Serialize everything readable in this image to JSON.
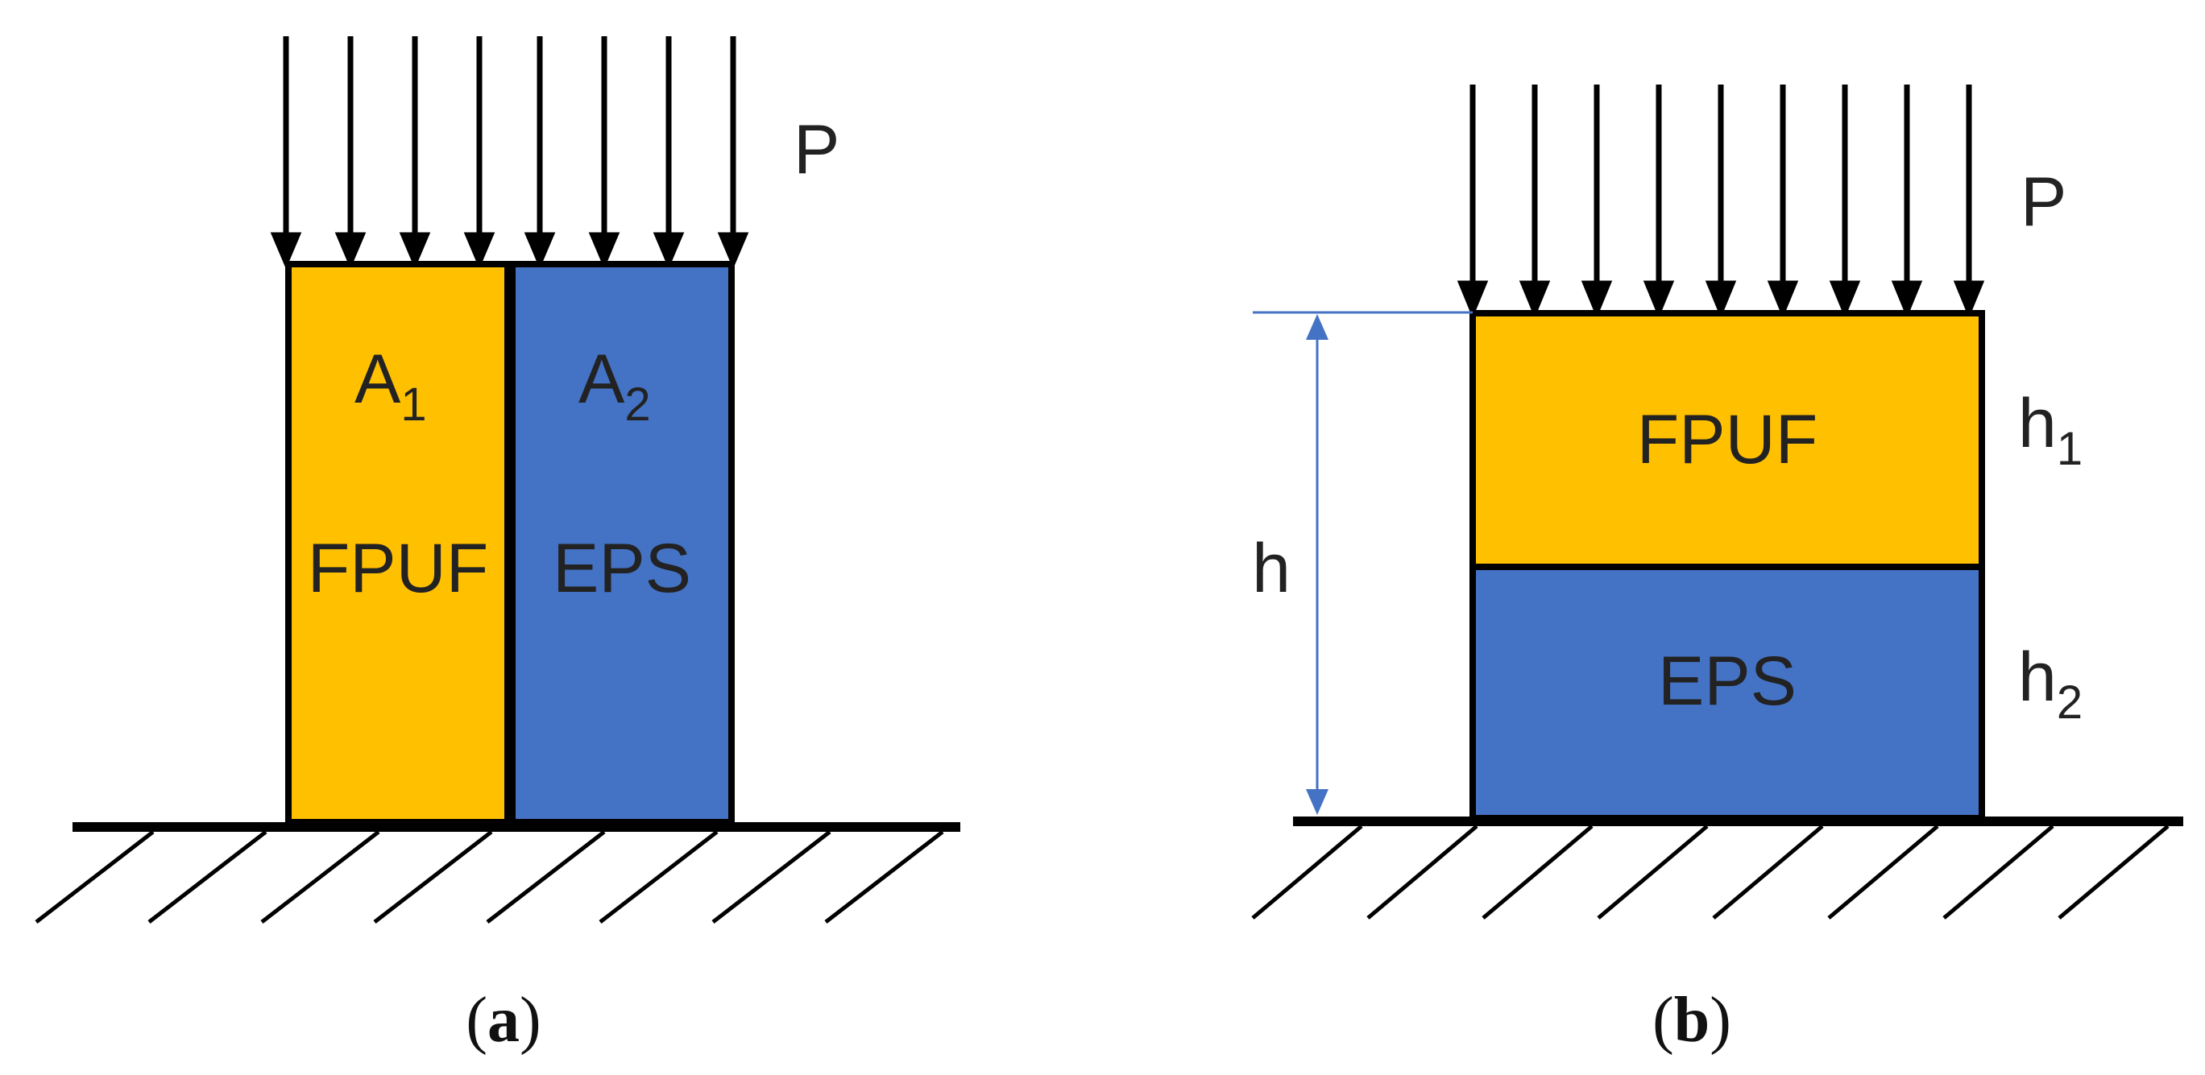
{
  "colors": {
    "fpuf_fill": "#FFC000",
    "eps_fill": "#4472C4",
    "outline": "#000000",
    "dimension_line": "#4472C4",
    "text": "#222222"
  },
  "panel_a": {
    "load_label": "P",
    "fpuf": {
      "area_symbol": "A",
      "area_subscript": "1",
      "name": "FPUF"
    },
    "eps": {
      "area_symbol": "A",
      "area_subscript": "2",
      "name": "EPS"
    },
    "caption": {
      "open": "(",
      "letter": "a",
      "close": ")"
    }
  },
  "panel_b": {
    "load_label": "P",
    "total_height_label": "h",
    "fpuf": {
      "name": "FPUF",
      "height_symbol": "h",
      "height_subscript": "1"
    },
    "eps": {
      "name": "EPS",
      "height_symbol": "h",
      "height_subscript": "2"
    },
    "caption": {
      "open": "(",
      "letter": "b",
      "close": ")"
    }
  }
}
